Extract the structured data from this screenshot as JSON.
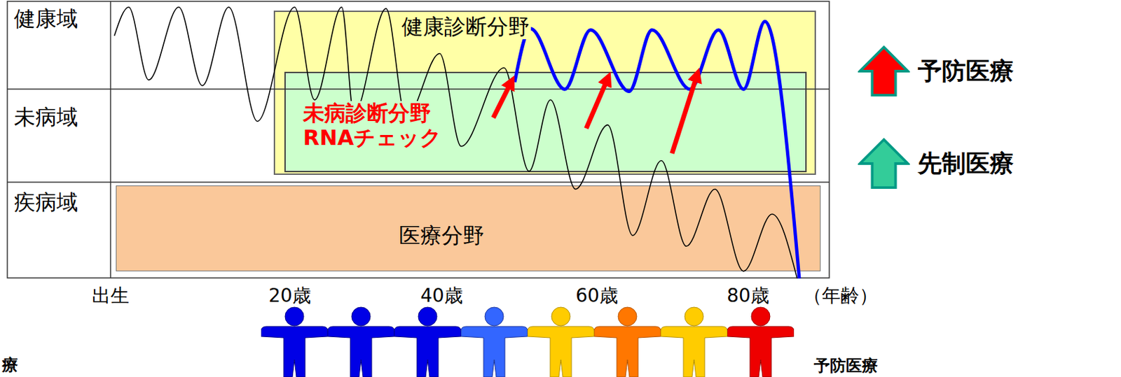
{
  "diagram": {
    "nodes": [
      {
        "text": [
          "健康域"
        ]
      },
      {
        "text": [
          "未病域"
        ]
      },
      {
        "text": [
          "疾病域"
        ]
      },
      {
        "text": [
          "健康診断分野"
        ]
      },
      {
        "text": [
          "未病診断分野",
          "RNAチェック"
        ],
        "in": 3
      },
      {
        "text": [
          "医療分野"
        ]
      }
    ],
    "labels": [
      "出生",
      "20歳",
      "40歳",
      "60歳",
      "80歳",
      "（年齢）",
      "療",
      "予防医療"
    ],
    "legend": [
      {
        "text": "予防医療",
        "color": "#ff0000"
      },
      {
        "text": "先制医療",
        "color": "#33cc99"
      }
    ]
  }
}
